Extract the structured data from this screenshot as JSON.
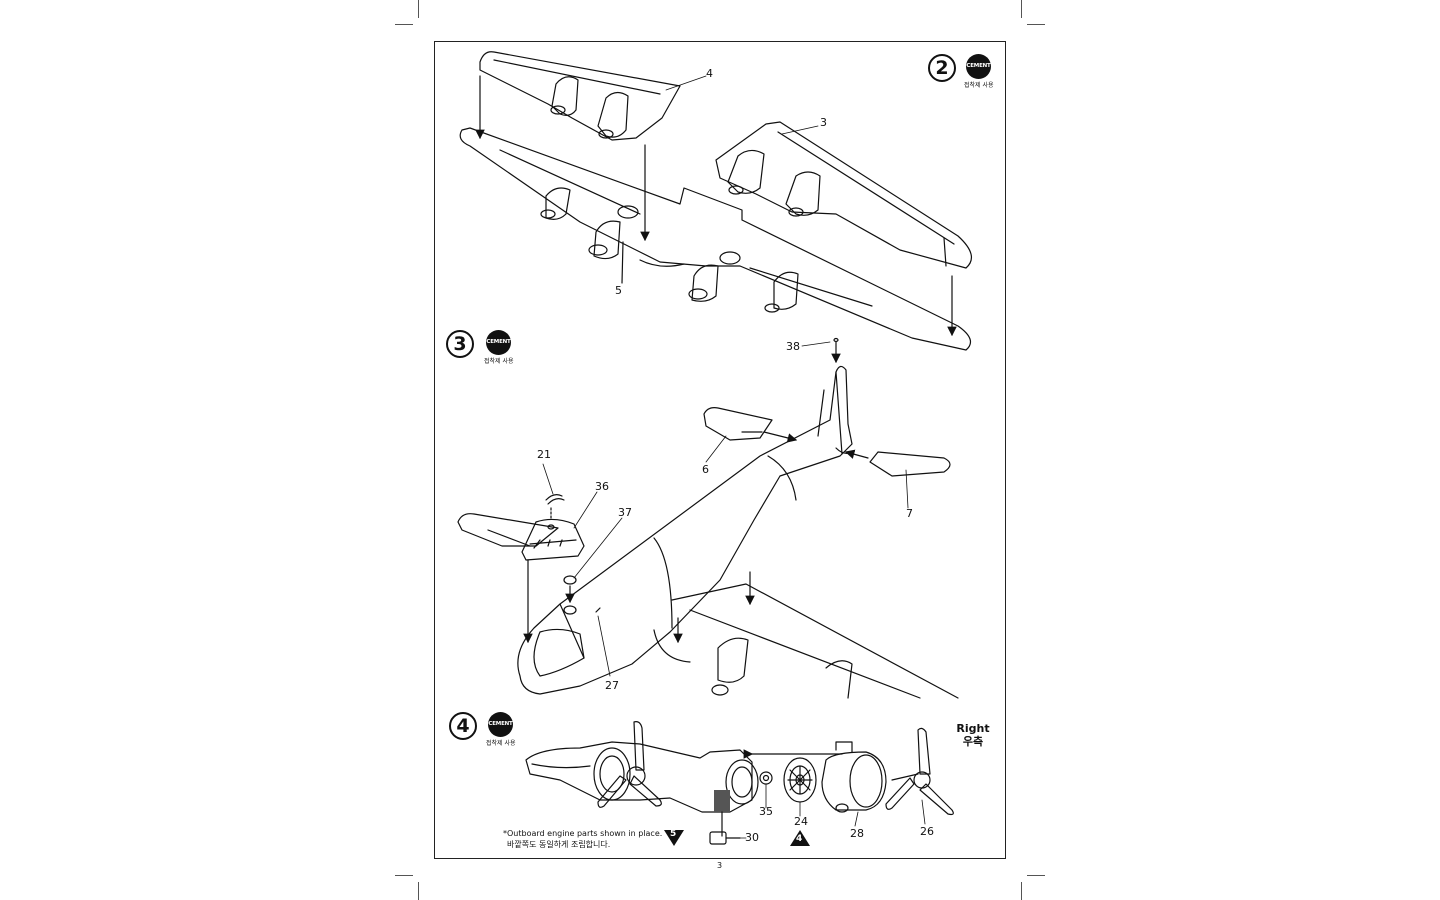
{
  "steps": [
    {
      "number": "2",
      "cement_label": "CEMENT",
      "cement_note": "접착제 사용"
    },
    {
      "number": "3",
      "cement_label": "CEMENT",
      "cement_note": "접착제 사용"
    },
    {
      "number": "4",
      "cement_label": "CEMENT",
      "cement_note": "접착제 사용"
    }
  ],
  "part_labels": {
    "p4": "4",
    "p3": "3",
    "p5": "5",
    "p38": "38",
    "p21": "21",
    "p36": "36",
    "p37": "37",
    "p6": "6",
    "p7": "7",
    "p27": "27",
    "p35": "35",
    "p24": "24",
    "p28": "28",
    "p26": "26",
    "p30": "30"
  },
  "side": {
    "en": "Right",
    "kr": "우측"
  },
  "note": {
    "en": "*Outboard engine parts shown in place.",
    "kr": "바깥쪽도 동일하게 조립합니다."
  },
  "ref_markers": {
    "left": "5",
    "right": "4"
  },
  "page_number": "3"
}
